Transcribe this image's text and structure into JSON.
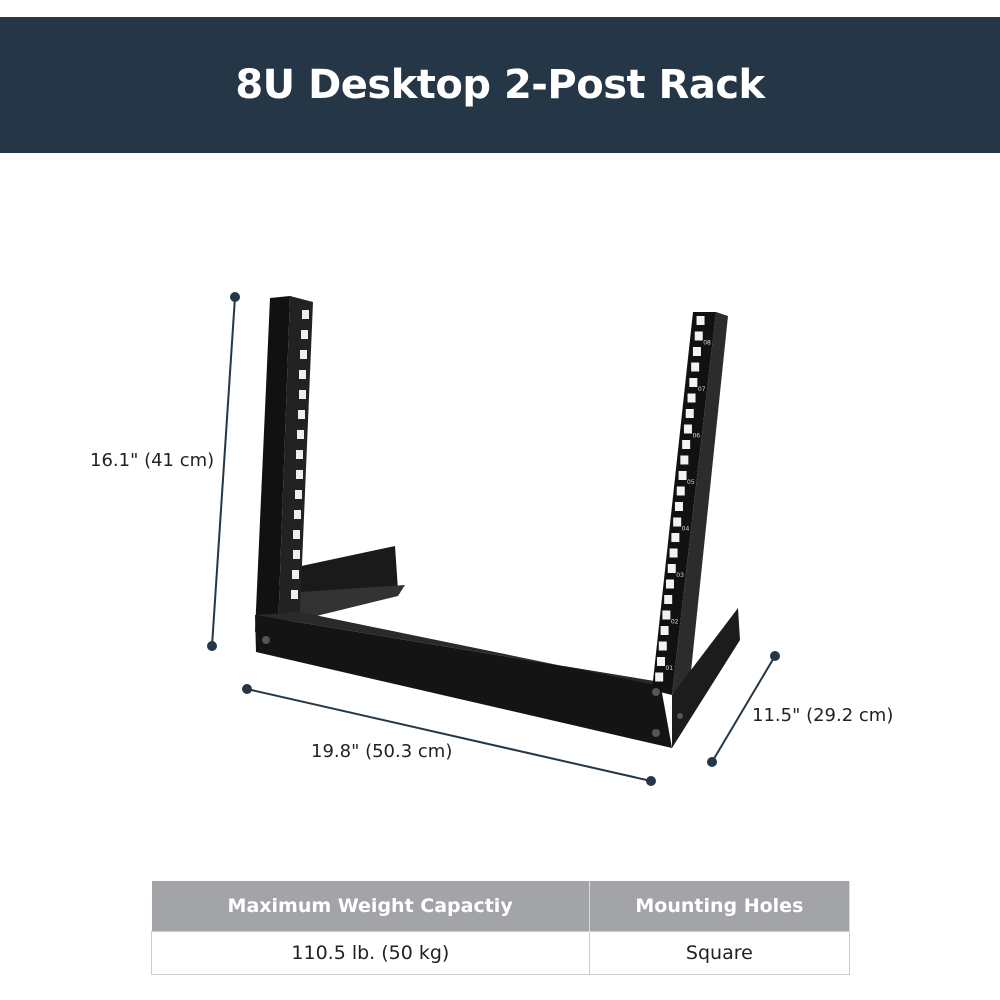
{
  "title": "8U Desktop 2-Post Rack",
  "dimensions": {
    "height": "16.1\" (41 cm)",
    "width": "19.8\" (50.3 cm)",
    "depth": "11.5\" (29.2 cm)"
  },
  "rack_labels": [
    "01",
    "02",
    "03",
    "04",
    "05",
    "06",
    "07",
    "08"
  ],
  "specs": {
    "headers": [
      "Maximum Weight Capactiy",
      "Mounting Holes"
    ],
    "values": [
      "110.5 lb. (50 kg)",
      "Square"
    ]
  },
  "colors": {
    "banner": "#253746",
    "table_header": "#a3a4a8"
  }
}
